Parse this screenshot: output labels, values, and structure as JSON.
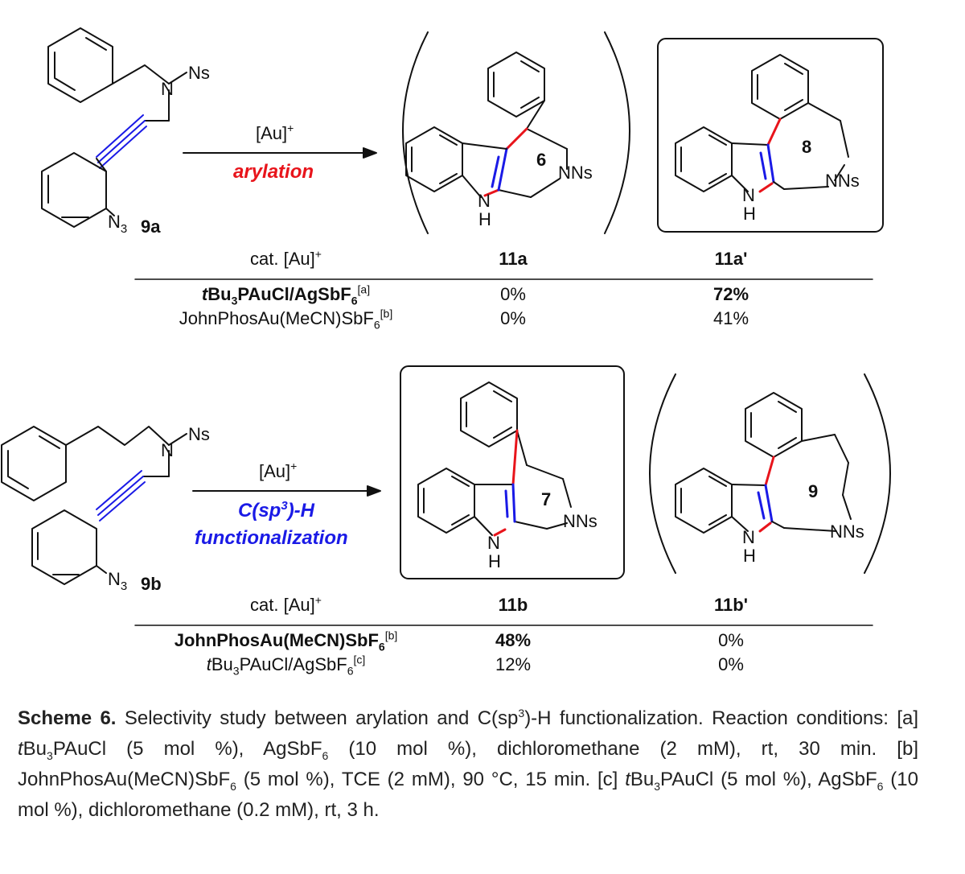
{
  "top": {
    "reagent": "[Au]",
    "reagent_sup": "+",
    "reaction_label": "arylation",
    "reaction_color": "#e8141b",
    "substrate_label": "9a",
    "ring_a": "6",
    "ring_b": "8",
    "table": {
      "col_cat": "cat. [Au]",
      "col_cat_sup": "+",
      "col_a": "11a",
      "col_b": "11a'",
      "rows": [
        {
          "cat_pre": "t",
          "cat_main": "Bu",
          "cat_sub1": "3",
          "cat_mid": "PAuCl/AgSbF",
          "cat_sub2": "6",
          "note": "[a]",
          "a": "0%",
          "b": "72%"
        },
        {
          "cat_pre": "",
          "cat_main": "JohnPhosAu(MeCN)SbF",
          "cat_sub1": "",
          "cat_mid": "",
          "cat_sub2": "6",
          "note": "[b]",
          "a": "0%",
          "b": "41%"
        }
      ]
    }
  },
  "bottom": {
    "reagent": "[Au]",
    "reagent_sup": "+",
    "reaction_label_1_pre": "C(sp",
    "reaction_label_1_sup": "3",
    "reaction_label_1_post": ")-H",
    "reaction_label_2": "functionalization",
    "reaction_color": "#1a1ae6",
    "substrate_label": "9b",
    "ring_a": "7",
    "ring_b": "9",
    "table": {
      "col_cat": "cat. [Au]",
      "col_cat_sup": "+",
      "col_a": "11b",
      "col_b": "11b'",
      "rows": [
        {
          "cat_pre": "",
          "cat_main": "JohnPhosAu(MeCN)SbF",
          "cat_sub1": "",
          "cat_mid": "",
          "cat_sub2": "6",
          "note": "[b]",
          "a": "48%",
          "b": "0%"
        },
        {
          "cat_pre": "t",
          "cat_main": "Bu",
          "cat_sub1": "3",
          "cat_mid": "PAuCl/AgSbF",
          "cat_sub2": "6",
          "note": "[c]",
          "a": "12%",
          "b": "0%"
        }
      ]
    }
  },
  "atoms": {
    "ns": "Ns",
    "n": "N",
    "nns": "NNs",
    "h": "H",
    "n3": "N",
    "n3_sub": "3"
  },
  "caption": {
    "label": "Scheme 6.",
    "line1": " Selectivity study between arylation and C(sp",
    "line1_sup": "3",
    "line1_end": ")-H functionalization.",
    "c1": " Reaction conditions: [a] ",
    "c1_t": "t",
    "c1_b": "Bu",
    "c1_3": "3",
    "c1_rest": "PAuCl (5 mol %), AgSbF",
    "c1_6": "6",
    "c1_end": " (10 mol %), dichloromethane (2 mM), rt, 30 min. [b] JohnPhosAu(MeCN)SbF",
    "c2_6": "6",
    "c2_rest": " (5 mol %), TCE (2 mM), 90 °C, 15 min. [c] ",
    "c2_t": "t",
    "c2_b": "Bu",
    "c2_3": "3",
    "c2_rest2": "PAuCl (5 mol %), AgSbF",
    "c2_6b": "6",
    "c2_end": " (10 mol %), dichloromethane (0.2 mM), rt, 3 h."
  },
  "colors": {
    "bond_red": "#e8141b",
    "bond_blue": "#1a1ae6",
    "ink": "#111111"
  }
}
